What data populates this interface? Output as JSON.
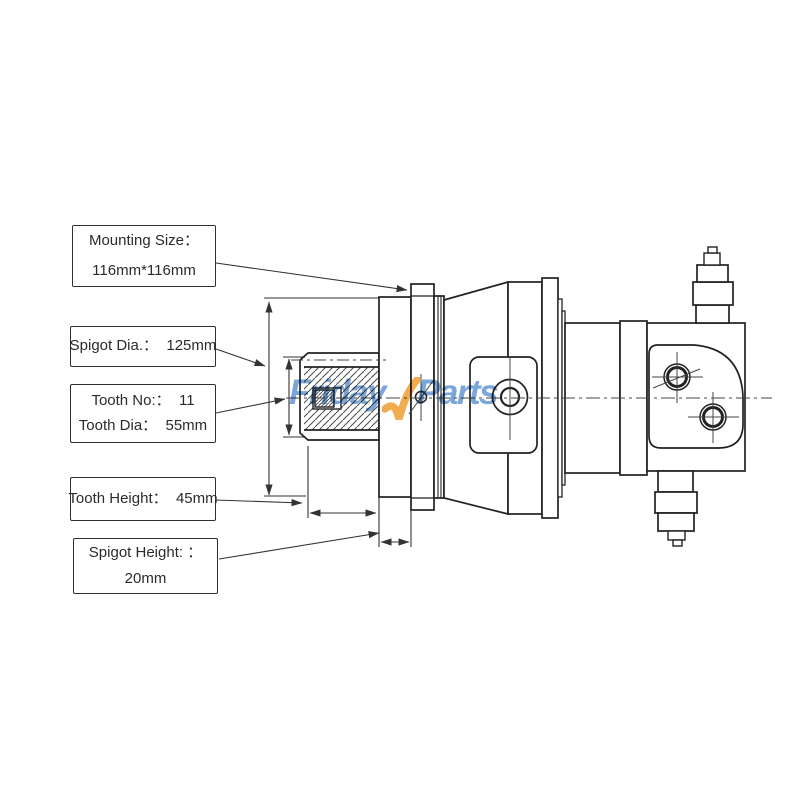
{
  "figure": {
    "kind": "technical-dimension-diagram",
    "subject": "hydraulic travel motor side view with spline shaft cross-section"
  },
  "callouts": [
    {
      "id": "mounting-size",
      "lines": [
        "Mounting Size：",
        "116mm*116mm"
      ]
    },
    {
      "id": "spigot-dia",
      "lines": [
        "Spigot Dia.：  125mm"
      ]
    },
    {
      "id": "tooth",
      "lines": [
        "Tooth No:：  11",
        "Tooth Dia：  55mm"
      ]
    },
    {
      "id": "tooth-height",
      "lines": [
        "Tooth Height：  45mm"
      ]
    },
    {
      "id": "spigot-height",
      "lines": [
        "Spigot Height: ：",
        "20mm"
      ]
    }
  ],
  "watermark": {
    "text_left": "Friday",
    "text_right": "Parts",
    "blue": "#6D9CD6",
    "orange": "#F0A33C"
  },
  "colors": {
    "line": "#2a2a2a",
    "thin_line": "#333333",
    "background": "#ffffff"
  }
}
